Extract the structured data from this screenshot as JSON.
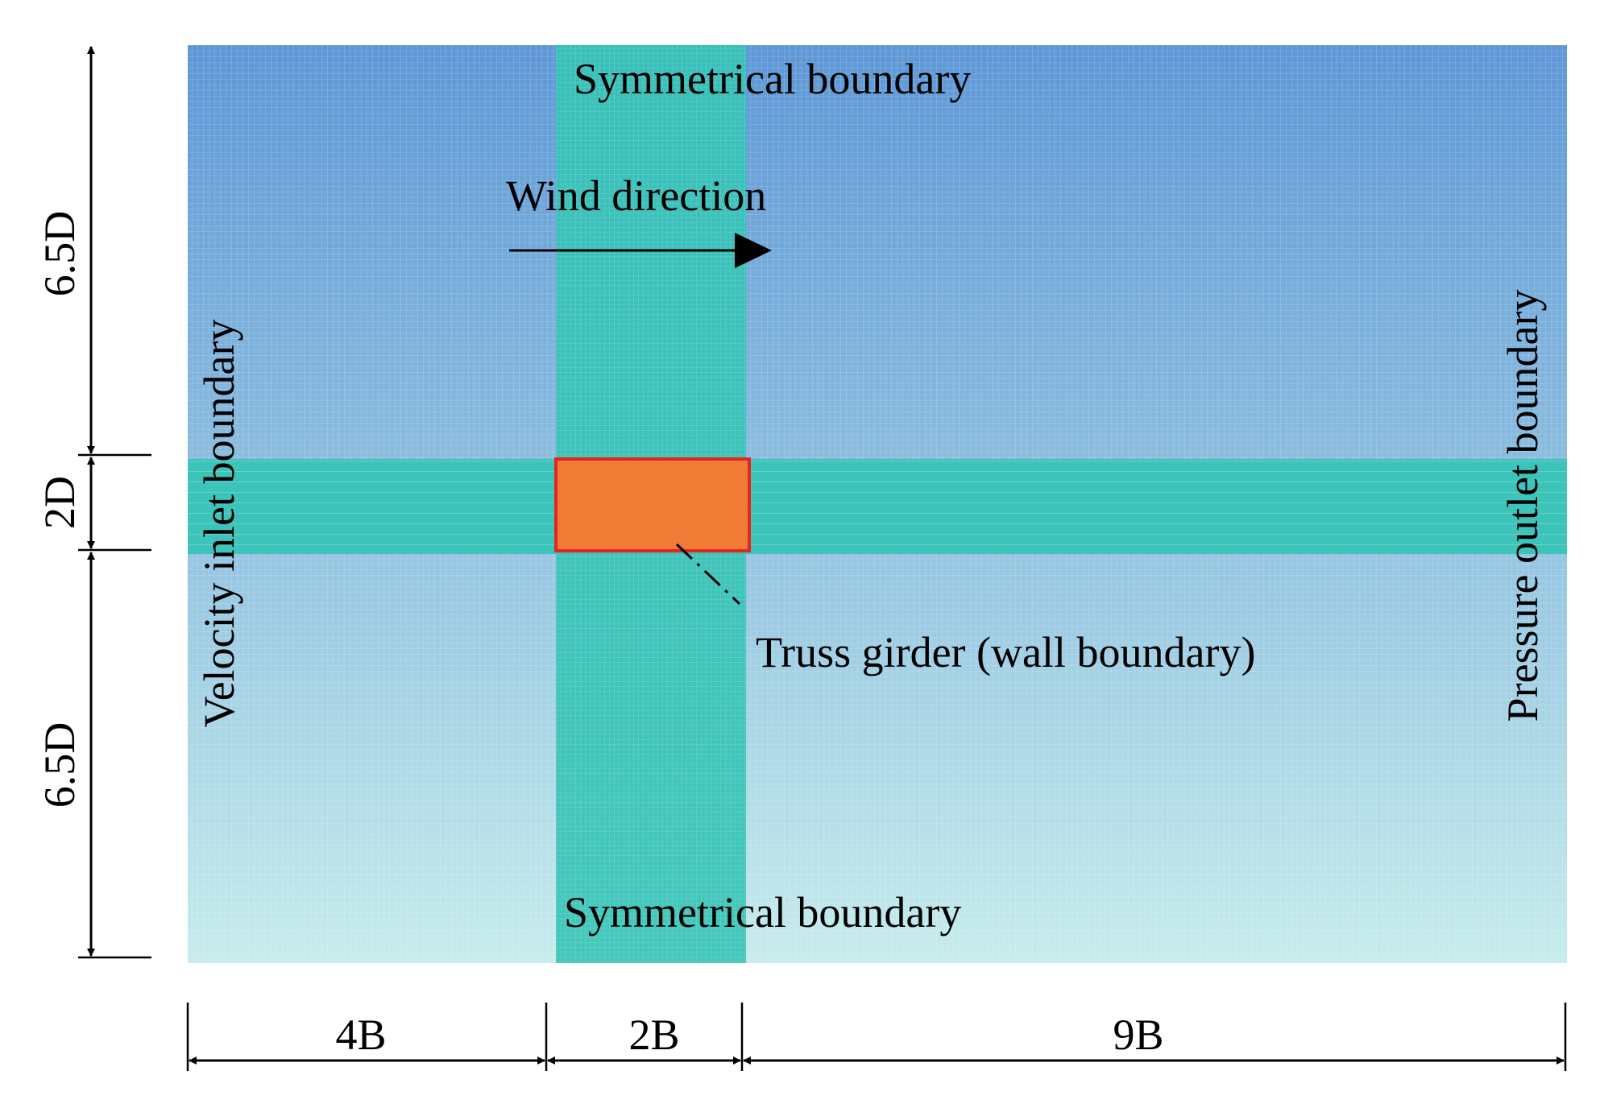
{
  "labels": {
    "top_boundary": "Symmetrical boundary",
    "bottom_boundary": "Symmetrical boundary",
    "wind": "Wind direction",
    "inlet": "Velocity inlet boundary",
    "outlet": "Pressure outlet boundary",
    "girder": "Truss girder (wall boundary)"
  },
  "dimensions": {
    "vertical": [
      "6.5D",
      "2D",
      "6.5D"
    ],
    "horizontal": [
      "4B",
      "2B",
      "9B"
    ]
  },
  "colors": {
    "mesh_top": "#5d97d6",
    "mesh_mid": "#8fc0e0",
    "mesh_bottom": "#c6ecec",
    "refined_band": "#35c3b6",
    "girder_fill": "#ef7b35",
    "girder_border": "#e4261e"
  }
}
